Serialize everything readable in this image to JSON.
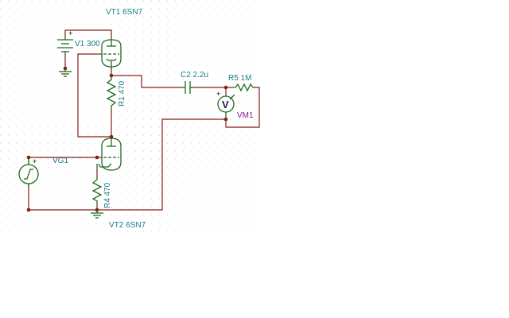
{
  "components": {
    "vt1": {
      "label": "VT1 6SN7"
    },
    "vt2": {
      "label": "VT2 6SN7"
    },
    "v1": {
      "label": "V1 300",
      "plus": "+"
    },
    "r1": {
      "label": "R1 470"
    },
    "r4": {
      "label": "R4 470"
    },
    "c2": {
      "label": "C2 2.2u"
    },
    "r5": {
      "label": "R5 1M"
    },
    "vm1": {
      "label": "VM1",
      "letter": "V",
      "plus": "+"
    },
    "vg1": {
      "label": "VG1",
      "plus": "+"
    }
  },
  "colors": {
    "wire": "#8b1a1a",
    "component": "#1e6b1e",
    "label": "#1a7a8c",
    "meter_label": "#8a1a8c"
  }
}
